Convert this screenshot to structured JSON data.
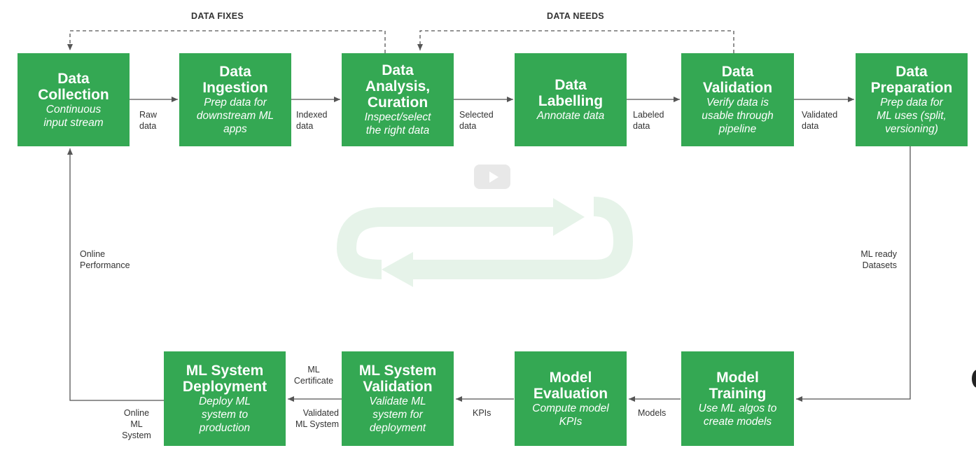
{
  "diagram": {
    "nodes": {
      "collection": {
        "title": "Data\nCollection",
        "subtitle": "Continuous\ninput stream"
      },
      "ingestion": {
        "title": "Data\nIngestion",
        "subtitle": "Prep data for\ndownstream ML\napps"
      },
      "analysis": {
        "title": "Data\nAnalysis,\nCuration",
        "subtitle": "Inspect/select\nthe right data"
      },
      "labelling": {
        "title": "Data\nLabelling",
        "subtitle": "Annotate data"
      },
      "validation": {
        "title": "Data\nValidation",
        "subtitle": "Verify data is\nusable through\npipeline"
      },
      "preparation": {
        "title": "Data\nPreparation",
        "subtitle": "Prep data for\nML uses (split,\nversioning)"
      },
      "training": {
        "title": "Model\nTraining",
        "subtitle": "Use ML algos to\ncreate models"
      },
      "evaluation": {
        "title": "Model\nEvaluation",
        "subtitle": "Compute model\nKPIs"
      },
      "ml_validation": {
        "title": "ML System\nValidation",
        "subtitle": "Validate ML\nsystem for\ndeployment"
      },
      "deployment": {
        "title": "ML System\nDeployment",
        "subtitle": "Deploy ML\nsystem to\nproduction"
      }
    },
    "edge_labels": {
      "raw_data": "Raw\ndata",
      "indexed_data": "Indexed\ndata",
      "selected_data": "Selected\ndata",
      "labeled_data": "Labeled\ndata",
      "validated_data": "Validated\ndata",
      "ml_ready": "ML ready\nDatasets",
      "models": "Models",
      "kpis": "KPIs",
      "ml_certificate": "ML\nCertificate",
      "validated_ml_system": "Validated\nML System",
      "online_ml_system": "Online\nML\nSystem",
      "online_performance": "Online\nPerformance"
    },
    "feedback_labels": {
      "data_fixes": "DATA FIXES",
      "data_needs": "DATA NEEDS"
    }
  },
  "icons": {
    "play": "play-button-icon",
    "cycle": "cycle-arrows-icon"
  },
  "colors": {
    "box": "#34a853",
    "box_text": "#ffffff",
    "arrow": "#555555",
    "cycle": "#e3f2e6"
  }
}
